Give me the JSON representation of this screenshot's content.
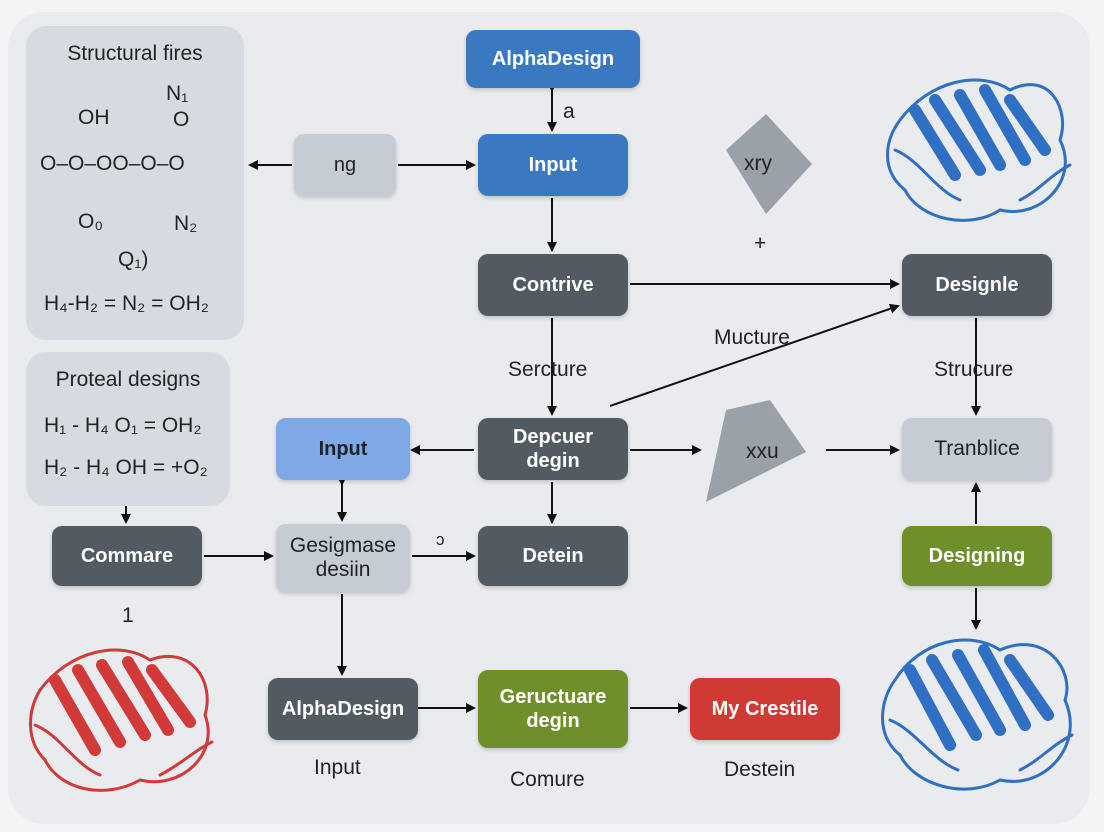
{
  "panels": {
    "structural": {
      "title": "Structural fires",
      "n1": "N₁",
      "o_top_right": "O",
      "oh": "OH",
      "chain": "O–O–OO–O–O",
      "o0": "O₀",
      "n2": "N₂",
      "q1": "Q₁)",
      "equation": "H₄-H₂ = N₂ = OH₂"
    },
    "proteal": {
      "title": "Proteal designs",
      "eq1": "H₁ - H₄ O₁ = OH₂",
      "eq2": "H₂ - H₄ OH = +O₂"
    }
  },
  "nodes": {
    "alphadesign_top": "AlphaDesign",
    "input_top": "Input",
    "ng": "ng",
    "contrive": "Contrive",
    "designle": "Designle",
    "depcuer": "Depcuer\ndegin",
    "input_left": "Input",
    "commare": "Commare",
    "gesigmase": "Gesigmase\ndesiin",
    "detein": "Detein",
    "tranblice": "Tranblice",
    "designing": "Designing",
    "alphadesign_bottom": "AlphaDesign",
    "geructuare": "Geructuare\ndegin",
    "my_crestile": "My Crestile",
    "xry": "xry",
    "xxu": "xxu"
  },
  "labels": {
    "a": "a",
    "plus": "+",
    "serncture": "Sercture",
    "mucture": "Mucture",
    "strucure": "Strucure",
    "c_mark": "ɔ",
    "one": "1",
    "input_caption": "Input",
    "comure": "Comure",
    "destein": "Destein"
  },
  "colors": {
    "dark": "#525a62",
    "blue": "#3a78c2",
    "light_blue": "#7ea8e6",
    "gray": "#c6ccd3",
    "green": "#6f8f2b",
    "red": "#cf3a34",
    "protein_blue": "#2f6fc4",
    "protein_red": "#d23a3a"
  }
}
